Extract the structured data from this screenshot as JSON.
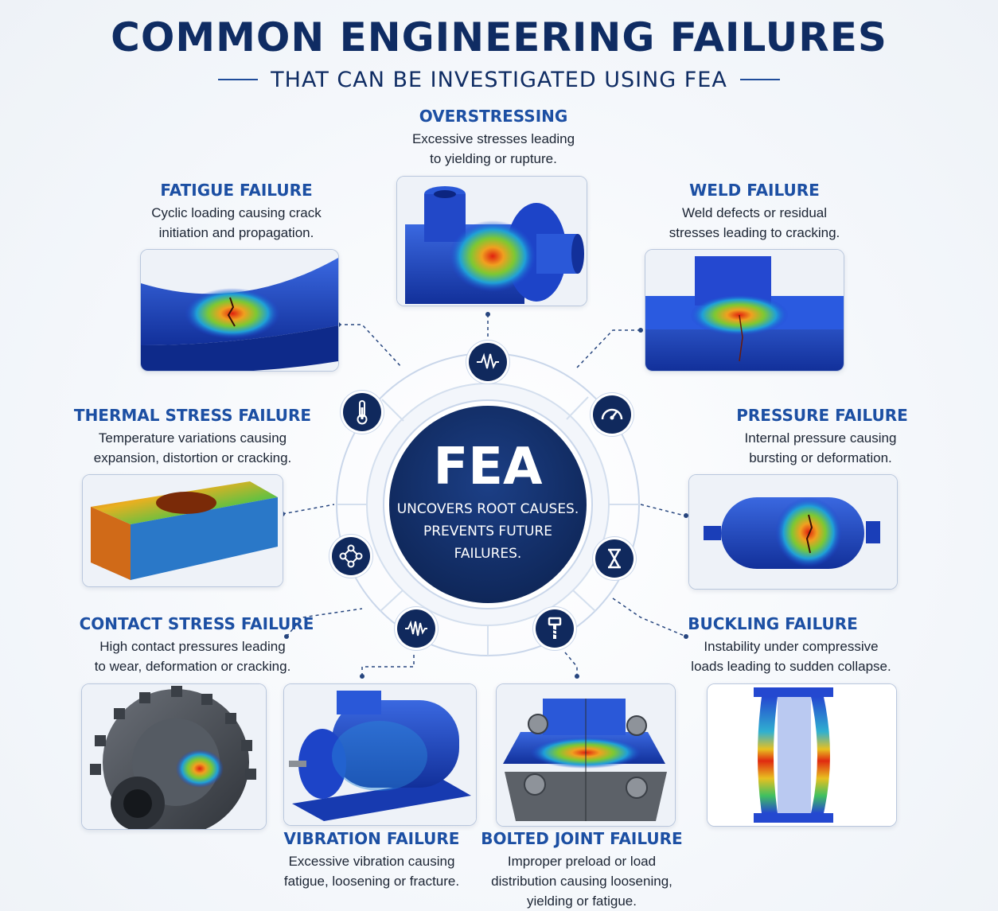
{
  "header": {
    "title": "COMMON ENGINEERING FAILURES",
    "subtitle": "THAT CAN BE INVESTIGATED USING FEA"
  },
  "center": {
    "label": "FEA",
    "tagline_line1": "UNCOVERS ROOT CAUSES.",
    "tagline_line2": "PREVENTS FUTURE",
    "tagline_line3": "FAILURES."
  },
  "hub_icons": [
    "waveform-icon",
    "gauge-icon",
    "hourglass-icon",
    "bolt-icon",
    "vibration-icon",
    "network-icon",
    "thermometer-icon"
  ],
  "failures": {
    "overstressing": {
      "title": "OVERSTRESSING",
      "desc1": "Excessive stresses leading",
      "desc2": "to yielding or rupture."
    },
    "fatigue": {
      "title": "FATIGUE FAILURE",
      "desc1": "Cyclic loading causing crack",
      "desc2": "initiation and propagation."
    },
    "weld": {
      "title": "WELD FAILURE",
      "desc1": "Weld defects or residual",
      "desc2": "stresses leading to cracking."
    },
    "thermal": {
      "title": "THERMAL STRESS FAILURE",
      "desc1": "Temperature variations causing",
      "desc2": "expansion, distortion or cracking."
    },
    "pressure": {
      "title": "PRESSURE FAILURE",
      "desc1": "Internal pressure causing",
      "desc2": "bursting or deformation."
    },
    "contact": {
      "title": "CONTACT STRESS FAILURE",
      "desc1": "High contact pressures leading",
      "desc2": "to wear, deformation or cracking."
    },
    "buckling": {
      "title": "BUCKLING FAILURE",
      "desc1": "Instability under compressive",
      "desc2": "loads leading to sudden collapse."
    },
    "vibration": {
      "title": "VIBRATION FAILURE",
      "desc1": "Excessive vibration causing",
      "desc2": "fatigue, loosening or fracture."
    },
    "bolted": {
      "title": "BOLTED JOINT FAILURE",
      "desc1": "Improper preload or load",
      "desc2": "distribution causing loosening,",
      "desc3": "yielding or fatigue."
    }
  },
  "colors": {
    "navy": "#10295d",
    "title_blue": "#1c4fa3",
    "fea_low": "#1f3fd0",
    "fea_high": "#e02a10"
  }
}
